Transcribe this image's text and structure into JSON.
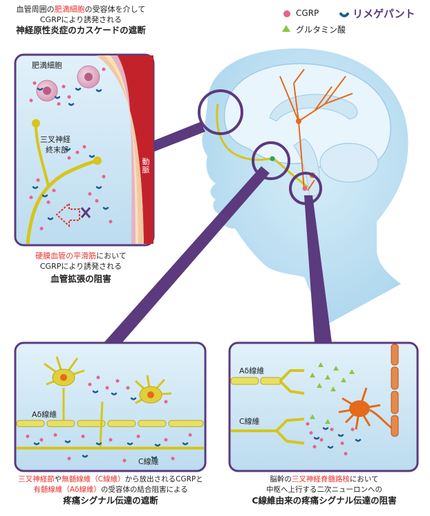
{
  "legend": {
    "cgrp": "CGRP",
    "rimegepant": "リメゲパント",
    "glutamate": "グルタミン酸"
  },
  "top_caption": {
    "line1_pre": "血管周囲の",
    "line1_hl": "肥満細胞",
    "line1_post": "の受容体を介して",
    "line2": "CGRPにより誘発される",
    "line3": "神経原性炎症のカスケードの遮断"
  },
  "inset1": {
    "mast_cell": "肥満細胞",
    "trigeminal_line1": "三叉神経",
    "trigeminal_line2": "終末部",
    "artery": "動脈"
  },
  "mid_caption": {
    "line1_hl": "硬膜血管の平滑筋",
    "line1_post": "において",
    "line2": "CGRPにより誘発される",
    "line3": "血管拡張の阻害"
  },
  "inset2": {
    "a_delta": "Aδ線維",
    "c_fiber": "C線維"
  },
  "inset3": {
    "a_delta": "Aδ線維",
    "c_fiber": "C線維"
  },
  "bottom_left_caption": {
    "l1_hl1": "三叉神経節",
    "l1_t1": "や",
    "l1_hl2": "無髄線維（C線維）",
    "l1_t2": "から放出されるCGRPと",
    "l2_hl": "有髄線維（Aδ線維）",
    "l2_t": "の受容体の結合阻害による",
    "l3": "疼痛シグナル伝達の遮断"
  },
  "bottom_right_caption": {
    "l1_t1": "脳幹の",
    "l1_hl": "三叉神経脊髄路核",
    "l1_t2": "において",
    "l2": "中枢へ上行する二次ニューロンへの",
    "l3": "C線維由来の疼痛シグナル伝達の阻害"
  },
  "colors": {
    "cgrp": "#e8628c",
    "rimegepant": "#1e5f8c",
    "glutamate": "#8cc63e",
    "highlight": "#e4322b",
    "purple": "#5b3a7e",
    "nerve": "#d6c51a",
    "head": "#bfe0f2",
    "inset_bg": "#cde6f4"
  }
}
